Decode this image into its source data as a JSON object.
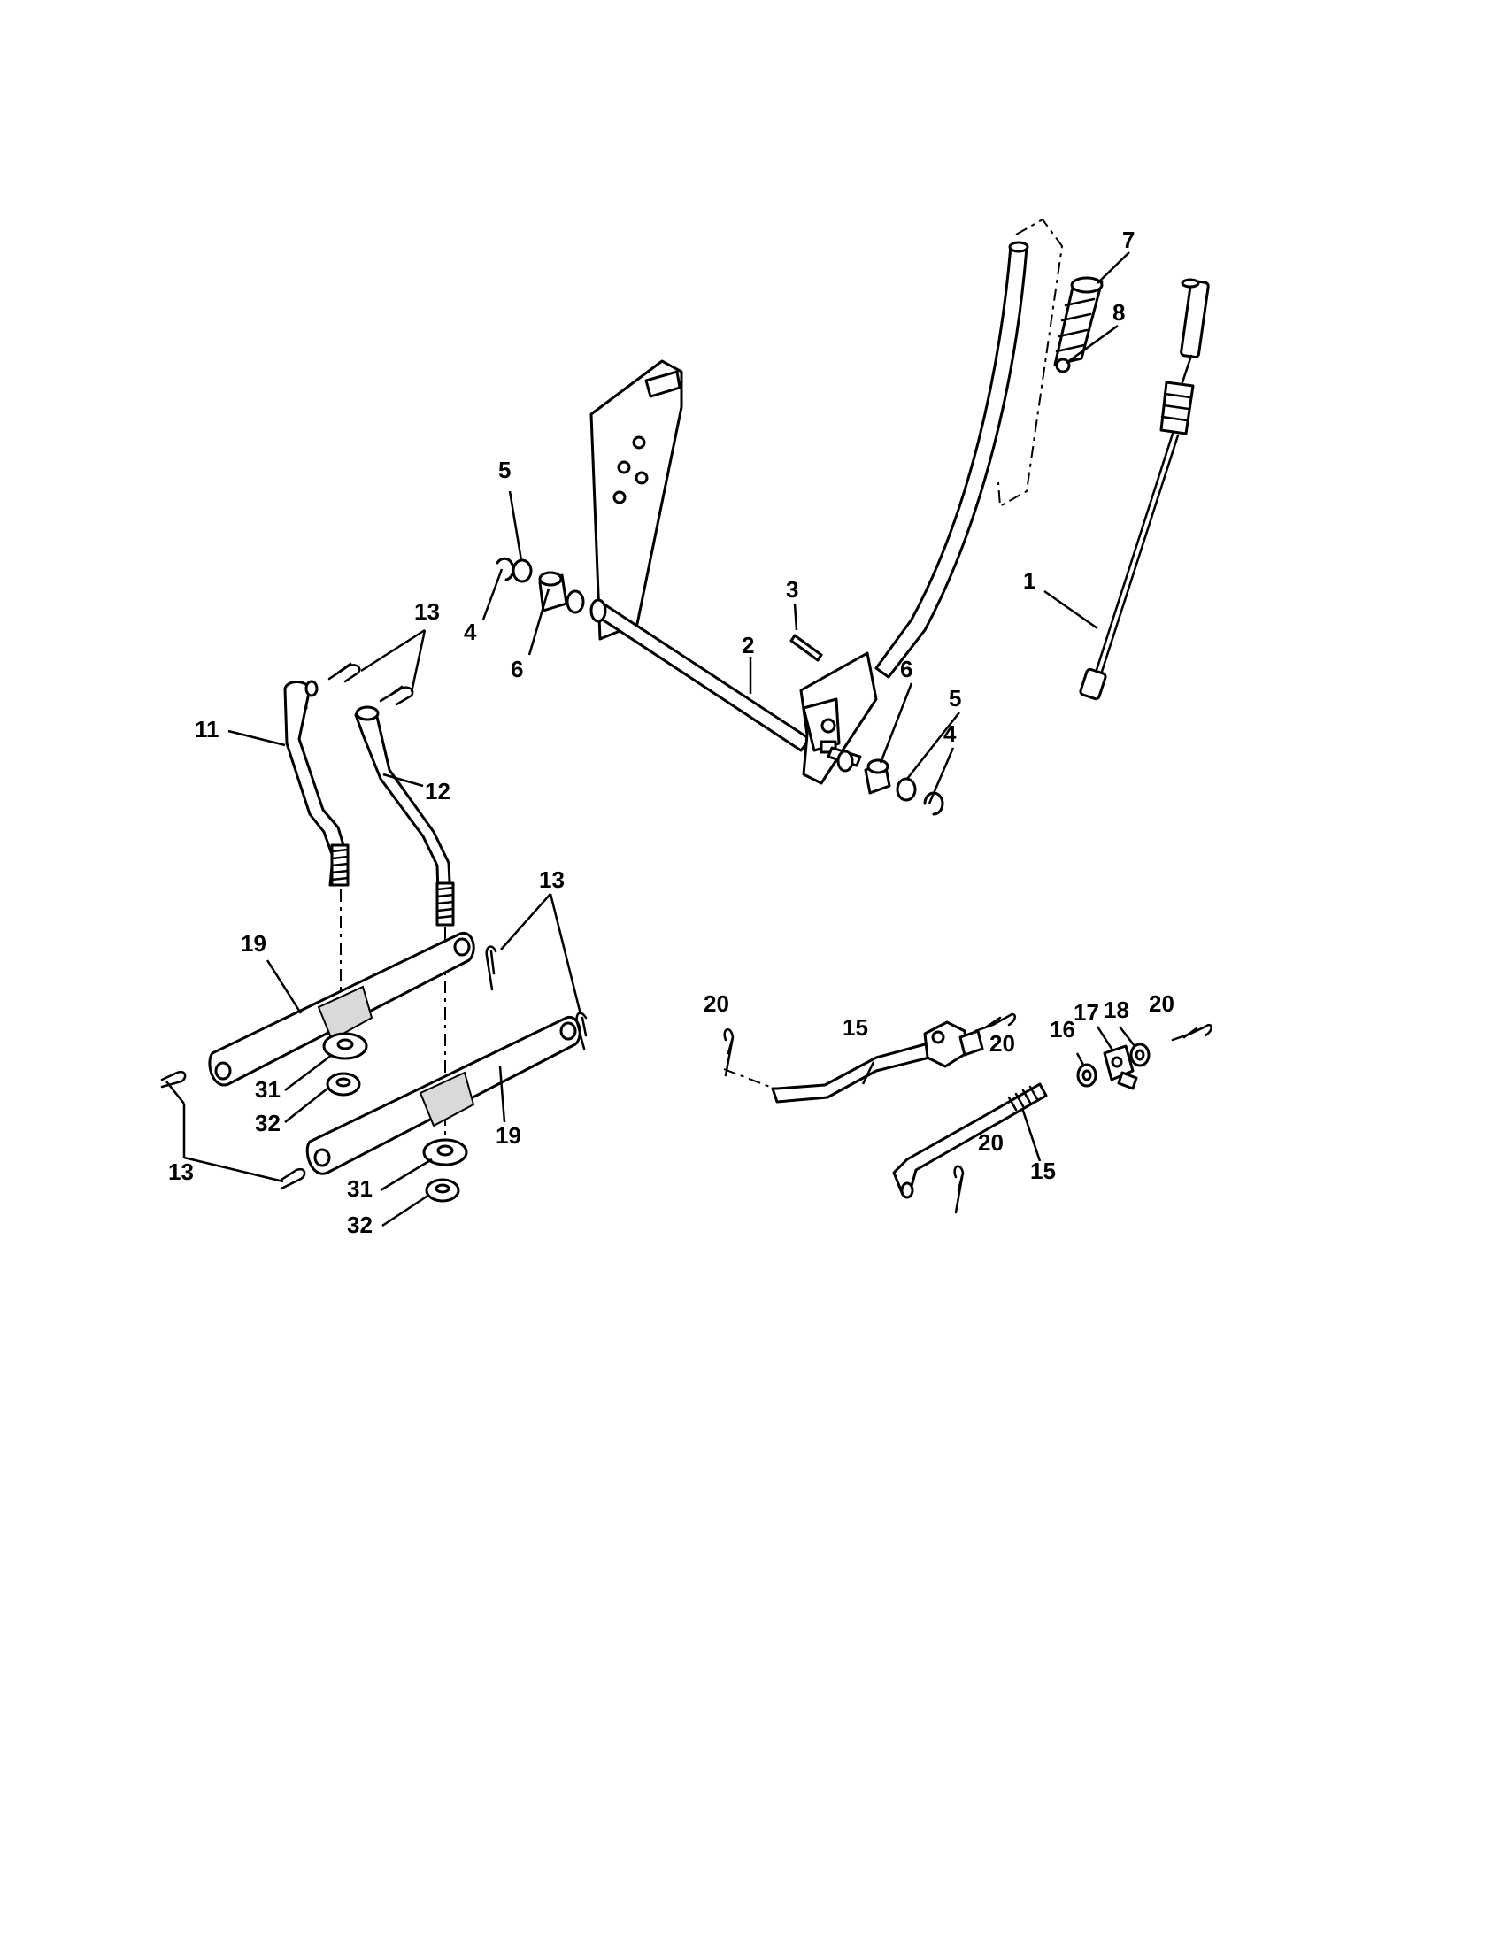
{
  "labels": {
    "1": "1",
    "2": "2",
    "3": "3",
    "4a": "4",
    "4b": "4",
    "5a": "5",
    "5b": "5",
    "6a": "6",
    "6b": "6",
    "7": "7",
    "8": "8",
    "11": "11",
    "12": "12",
    "13a": "13",
    "13b": "13",
    "13c": "13",
    "15a": "15",
    "15b": "15",
    "16": "16",
    "17": "17",
    "18": "18",
    "19a": "19",
    "19b": "19",
    "20a": "20",
    "20b": "20",
    "20c": "20",
    "20d": "20",
    "31a": "31",
    "31b": "31",
    "32a": "32",
    "32b": "32"
  }
}
